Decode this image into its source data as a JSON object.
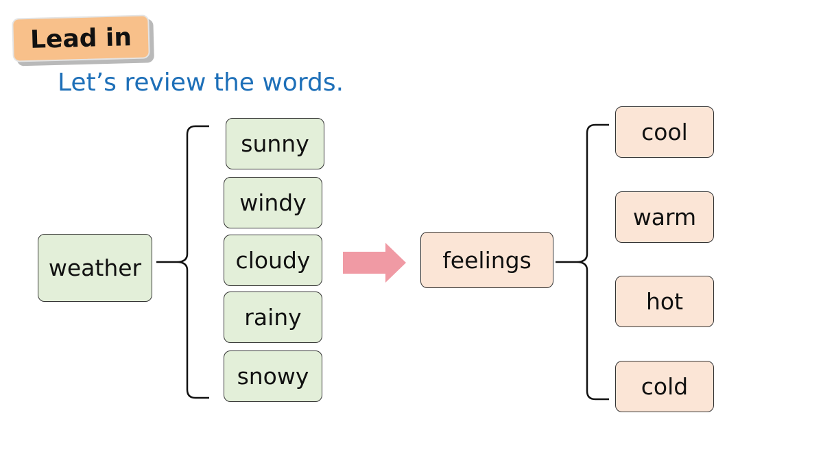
{
  "header": {
    "tag_label": "Lead in",
    "subtitle": "Let’s review the words."
  },
  "weather_group": {
    "label": "weather",
    "items": [
      "sunny",
      "windy",
      "cloudy",
      "rainy",
      "snowy"
    ]
  },
  "feelings_group": {
    "label": "feelings",
    "items": [
      "cool",
      "warm",
      "hot",
      "cold"
    ]
  },
  "colors": {
    "weather_fill": "#e3efd9",
    "feelings_fill": "#fbe5d6",
    "tag_fill": "#f8c08a",
    "subtitle_text": "#1d6fb8",
    "arrow": "#f09aa4"
  }
}
